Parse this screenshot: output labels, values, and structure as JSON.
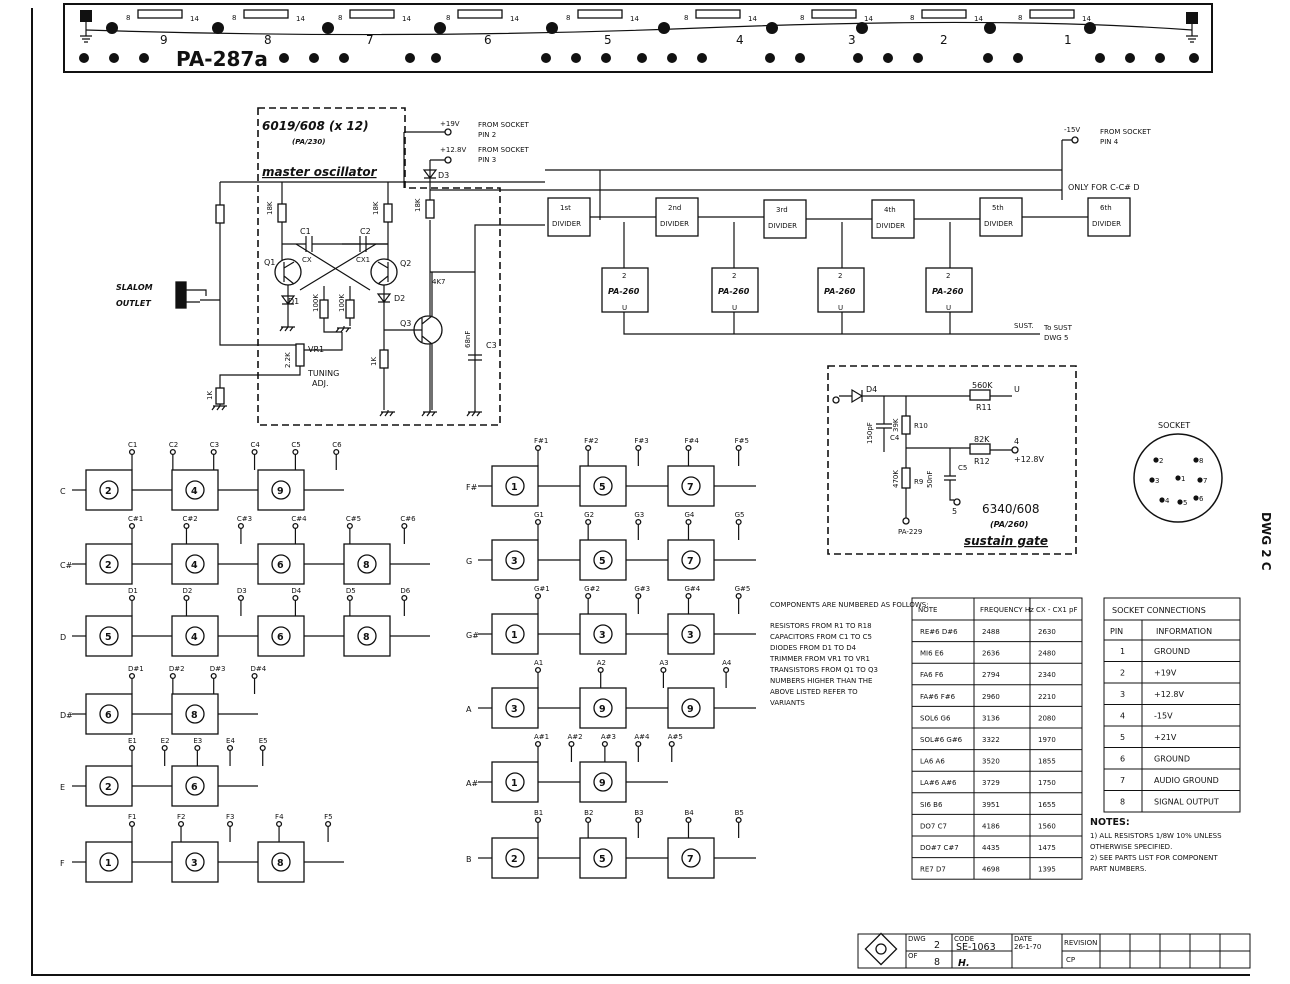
{
  "strip": {
    "board_label": "PA-287a",
    "channels": [
      "9",
      "8",
      "7",
      "6",
      "5",
      "4",
      "3",
      "2",
      "1"
    ],
    "pin_labels": [
      "8",
      "14"
    ]
  },
  "oscillator": {
    "title": "6019/608 (x 12)",
    "subtitle": "(PA/230)",
    "name": "master oscillator",
    "slalom_label": "SLALOM",
    "outlet_label": "OUTLET",
    "tuning_label": "TUNING",
    "adj_label": "ADJ.",
    "vr1": "VR1",
    "q1": "Q1",
    "q2": "Q2",
    "q3": "Q3",
    "d1": "D1",
    "d2": "D2",
    "d3": "D3",
    "c1": "C1",
    "c2": "C2",
    "c3": "C3",
    "c1v": "CX",
    "c2v": "CX1",
    "r_labels": [
      "18K",
      "18K",
      "100K",
      "100K",
      "18K",
      "1K",
      "2.2K",
      "1K"
    ],
    "c3v": "68nF",
    "kr": "4K7"
  },
  "supply": {
    "v19": "+19V",
    "v19_src": "FROM SOCKET",
    "v19_pin": "PIN 2",
    "v128": "+12.8V",
    "v128_src": "FROM SOCKET",
    "v128_pin": "PIN 3",
    "v15": "-15V",
    "v15_src": "FROM SOCKET",
    "v15_pin": "PIN 4",
    "only_for": "ONLY FOR C-C# D",
    "to_sust": "To SUST",
    "dwg5": "DWG 5",
    "sust_pin": "SUST."
  },
  "dividers": {
    "items": [
      "1st DIVIDER",
      "2nd DIVIDER",
      "3rd DIVIDER",
      "4th DIVIDER",
      "5th DIVIDER",
      "6th DIVIDER"
    ],
    "pa260": [
      "PA-260",
      "PA-260",
      "PA-260",
      "PA-260"
    ],
    "pin_top": "2",
    "pin_bot": "U"
  },
  "gate": {
    "title": "6340/608",
    "subtitle": "(PA/260)",
    "name": "sustain gate",
    "d4": "D4",
    "r11": "560K",
    "r11_name": "R11",
    "r12": "82K",
    "r12_name": "R12",
    "r10": "39K",
    "r10_name": "R10",
    "r9": "470K",
    "r9_name": "R9",
    "c4": "150pF",
    "c4_name": "C4",
    "c5": "50nF",
    "c5_name": "C5",
    "out_u": "U",
    "pin4": "4",
    "v128": "+12.8V",
    "pin5": "5",
    "pa229": "PA-229"
  },
  "socket": {
    "title": "SOCKET",
    "pins": [
      "1",
      "2",
      "3",
      "4",
      "5",
      "6",
      "7",
      "8"
    ]
  },
  "rows_left": [
    {
      "note": "C",
      "taps": [
        "C1",
        "C2",
        "C3",
        "C4",
        "C5",
        "C6"
      ],
      "boxes": [
        "2",
        "4",
        "9"
      ]
    },
    {
      "note": "C#",
      "taps": [
        "C#1",
        "C#2",
        "C#3",
        "C#4",
        "C#5",
        "C#6"
      ],
      "boxes": [
        "2",
        "4",
        "6",
        "8"
      ]
    },
    {
      "note": "D",
      "taps": [
        "D1",
        "D2",
        "D3",
        "D4",
        "D5",
        "D6"
      ],
      "boxes": [
        "5",
        "4",
        "6",
        "8"
      ]
    },
    {
      "note": "D#",
      "taps": [
        "D#1",
        "D#2",
        "D#3",
        "D#4"
      ],
      "boxes": [
        "6",
        "8"
      ]
    },
    {
      "note": "E",
      "taps": [
        "E1",
        "E2",
        "E3",
        "E4",
        "E5"
      ],
      "boxes": [
        "2",
        "6"
      ]
    },
    {
      "note": "F",
      "taps": [
        "F1",
        "F2",
        "F3",
        "F4",
        "F5"
      ],
      "boxes": [
        "1",
        "3",
        "8"
      ]
    }
  ],
  "rows_mid": [
    {
      "note": "F#",
      "taps": [
        "F#1",
        "F#2",
        "F#3",
        "F#4",
        "F#5"
      ],
      "boxes": [
        "1",
        "5",
        "7"
      ]
    },
    {
      "note": "G",
      "taps": [
        "G1",
        "G2",
        "G3",
        "G4",
        "G5"
      ],
      "boxes": [
        "3",
        "5",
        "7"
      ]
    },
    {
      "note": "G#",
      "taps": [
        "G#1",
        "G#2",
        "G#3",
        "G#4",
        "G#5"
      ],
      "boxes": [
        "1",
        "3",
        "3"
      ]
    },
    {
      "note": "A",
      "taps": [
        "A1",
        "A2",
        "A3",
        "A4"
      ],
      "boxes": [
        "3",
        "9",
        "9"
      ]
    },
    {
      "note": "A#",
      "taps": [
        "A#1",
        "A#2",
        "A#3",
        "A#4",
        "A#5"
      ],
      "boxes": [
        "1",
        "9"
      ]
    },
    {
      "note": "B",
      "taps": [
        "B1",
        "B2",
        "B3",
        "B4",
        "B5"
      ],
      "boxes": [
        "2",
        "5",
        "7"
      ]
    }
  ],
  "numbering": {
    "heading": "COMPONENTS ARE NUMBERED AS FOLLOWS:",
    "lines": [
      "RESISTORS    FROM R1  TO R18",
      "CAPACITORS   FROM C1  TO C5",
      "DIODES       FROM D1  TO D4",
      "TRIMMER      FROM VR1 TO VR1",
      "TRANSISTORS  FROM Q1  TO Q3",
      "NUMBERS HIGHER THAN THE",
      "ABOVE LISTED REFER TO",
      "VARIANTS"
    ]
  },
  "freq_table": {
    "headers": [
      "NOTE",
      "FREQUENCY Hz",
      "CX - CX1 pF"
    ],
    "rows": [
      [
        "RE#6  D#6",
        "2488",
        "2630"
      ],
      [
        "MI6  E6",
        "2636",
        "2480"
      ],
      [
        "FA6  F6",
        "2794",
        "2340"
      ],
      [
        "FA#6  F#6",
        "2960",
        "2210"
      ],
      [
        "SOL6  G6",
        "3136",
        "2080"
      ],
      [
        "SOL#6  G#6",
        "3322",
        "1970"
      ],
      [
        "LA6  A6",
        "3520",
        "1855"
      ],
      [
        "LA#6  A#6",
        "3729",
        "1750"
      ],
      [
        "SI6  B6",
        "3951",
        "1655"
      ],
      [
        "DO7  C7",
        "4186",
        "1560"
      ],
      [
        "DO#7  C#7",
        "4435",
        "1475"
      ],
      [
        "RE7  D7",
        "4698",
        "1395"
      ]
    ]
  },
  "socket_table": {
    "title": "SOCKET CONNECTIONS",
    "headers": [
      "PIN",
      "INFORMATION"
    ],
    "rows": [
      [
        "1",
        "GROUND"
      ],
      [
        "2",
        "+19V"
      ],
      [
        "3",
        "+12.8V"
      ],
      [
        "4",
        "-15V"
      ],
      [
        "5",
        "+21V"
      ],
      [
        "6",
        "GROUND"
      ],
      [
        "7",
        "AUDIO GROUND"
      ],
      [
        "8",
        "SIGNAL OUTPUT"
      ]
    ]
  },
  "notes": {
    "heading": "NOTES:",
    "lines": [
      "1) ALL RESISTORS 1/8W 10% UNLESS",
      "   OTHERWISE SPECIFIED.",
      "2) SEE PARTS LIST FOR COMPONENT",
      "   PART NUMBERS."
    ]
  },
  "side_label": "DWG 2 C",
  "title_block": {
    "dwg_label": "DWG",
    "dwg": "2",
    "of_label": "OF",
    "of": "8",
    "code_label": "CODE",
    "code": "SE-1063",
    "date_label": "DATE",
    "date": "26-1-70",
    "revision_label": "REVISION",
    "initials": "H.",
    "cp": "CP"
  }
}
